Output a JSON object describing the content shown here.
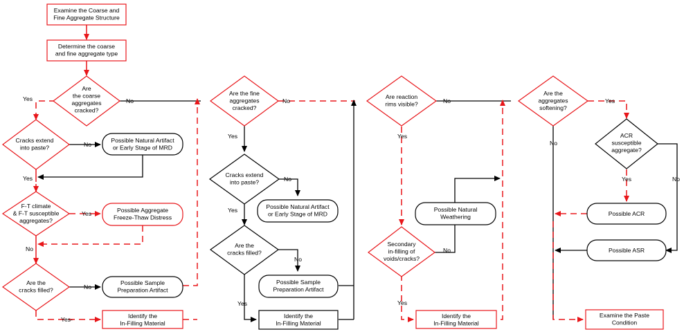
{
  "colors": {
    "red": "#e8161a",
    "black": "#000000"
  },
  "labels": {
    "examine_aggregate": [
      "Examine the Coarse and",
      "Fine Aggregate Structure"
    ],
    "determine_type": [
      "Determine the coarse",
      "and fine aggregate type"
    ],
    "coarse_cracked": [
      "Are",
      "the coarse",
      "aggregates",
      "cracked?"
    ],
    "cracks_extend_1": [
      "Cracks extend",
      "into paste?"
    ],
    "natural_artifact_1": [
      "Possible Natural Artifact",
      "or Early Stage of MRD"
    ],
    "ft_climate": [
      "F-T climate",
      "& F-T susceptible",
      "aggregates?"
    ],
    "aggregate_ft": [
      "Possible Aggregate",
      "Freeze-Thaw Distress"
    ],
    "cracks_filled_1": [
      "Are the",
      "cracks filled?"
    ],
    "sample_prep_1": [
      "Possible Sample",
      "Preparation Artifact"
    ],
    "identify_1": [
      "Identify the",
      "In-Filling Material"
    ],
    "fine_cracked": [
      "Are the fine",
      "aggregates",
      "cracked?"
    ],
    "cracks_extend_2": [
      "Cracks extend",
      "into paste?"
    ],
    "natural_artifact_2": [
      "Possible Natural Artifact",
      "or Early Stage of MRD"
    ],
    "cracks_filled_2": [
      "Are the",
      "cracks filled?"
    ],
    "sample_prep_2": [
      "Possible Sample",
      "Preparation Artifact"
    ],
    "identify_2": [
      "Identify the",
      "In-Filling Material"
    ],
    "reaction_rims": [
      "Are reaction",
      "rims visible?"
    ],
    "natural_weathering": [
      "Possible Natural",
      "Weathering"
    ],
    "secondary_infilling": [
      "Secondary",
      "in-filling of",
      "voids/cracks?"
    ],
    "identify_3": [
      "Identify the",
      "In-Filling Material"
    ],
    "softening": [
      "Are the",
      "aggregates",
      "softening?"
    ],
    "acr_susceptible": [
      "ACR",
      "susceptible",
      "aggregate?"
    ],
    "possible_acr": [
      "Possible ACR"
    ],
    "possible_asr": [
      "Possible ASR"
    ],
    "examine_paste": [
      "Examine the Paste",
      "Condition"
    ]
  },
  "edge_labels": {
    "yes": "Yes",
    "no": "No",
    "yes_dash": "Yes-"
  }
}
